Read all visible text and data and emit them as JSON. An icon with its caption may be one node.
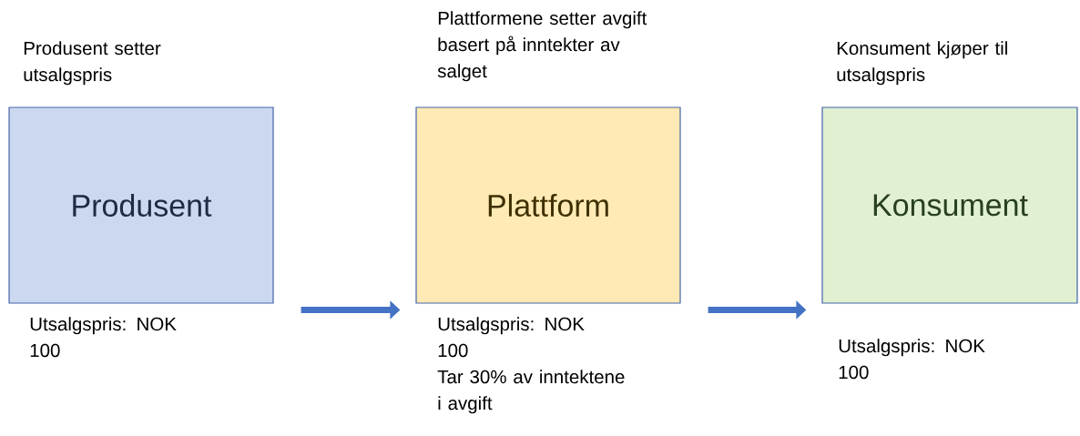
{
  "diagram": {
    "nodes": [
      {
        "text": [
          "Produsent setter utsalgspris",
          "Produsent"
        ],
        "beside": [
          "Utsalgspris: NOK 100"
        ]
      },
      {
        "text": [
          "Plattformene setter avgift basert på inntekter av salget",
          "Plattform"
        ],
        "beside": [
          "Utsalgspris: NOK 100",
          "Tar 30% av inntektene i avgift"
        ]
      },
      {
        "text": [
          "Konsument kjøper til utsalgspris",
          "Konsument"
        ],
        "beside": [
          "Utsalgspris: NOK 100"
        ]
      }
    ],
    "edges": [
      {
        "from": 0,
        "to": 1,
        "arrow": "to"
      },
      {
        "from": 1,
        "to": 2,
        "arrow": "to"
      }
    ]
  }
}
